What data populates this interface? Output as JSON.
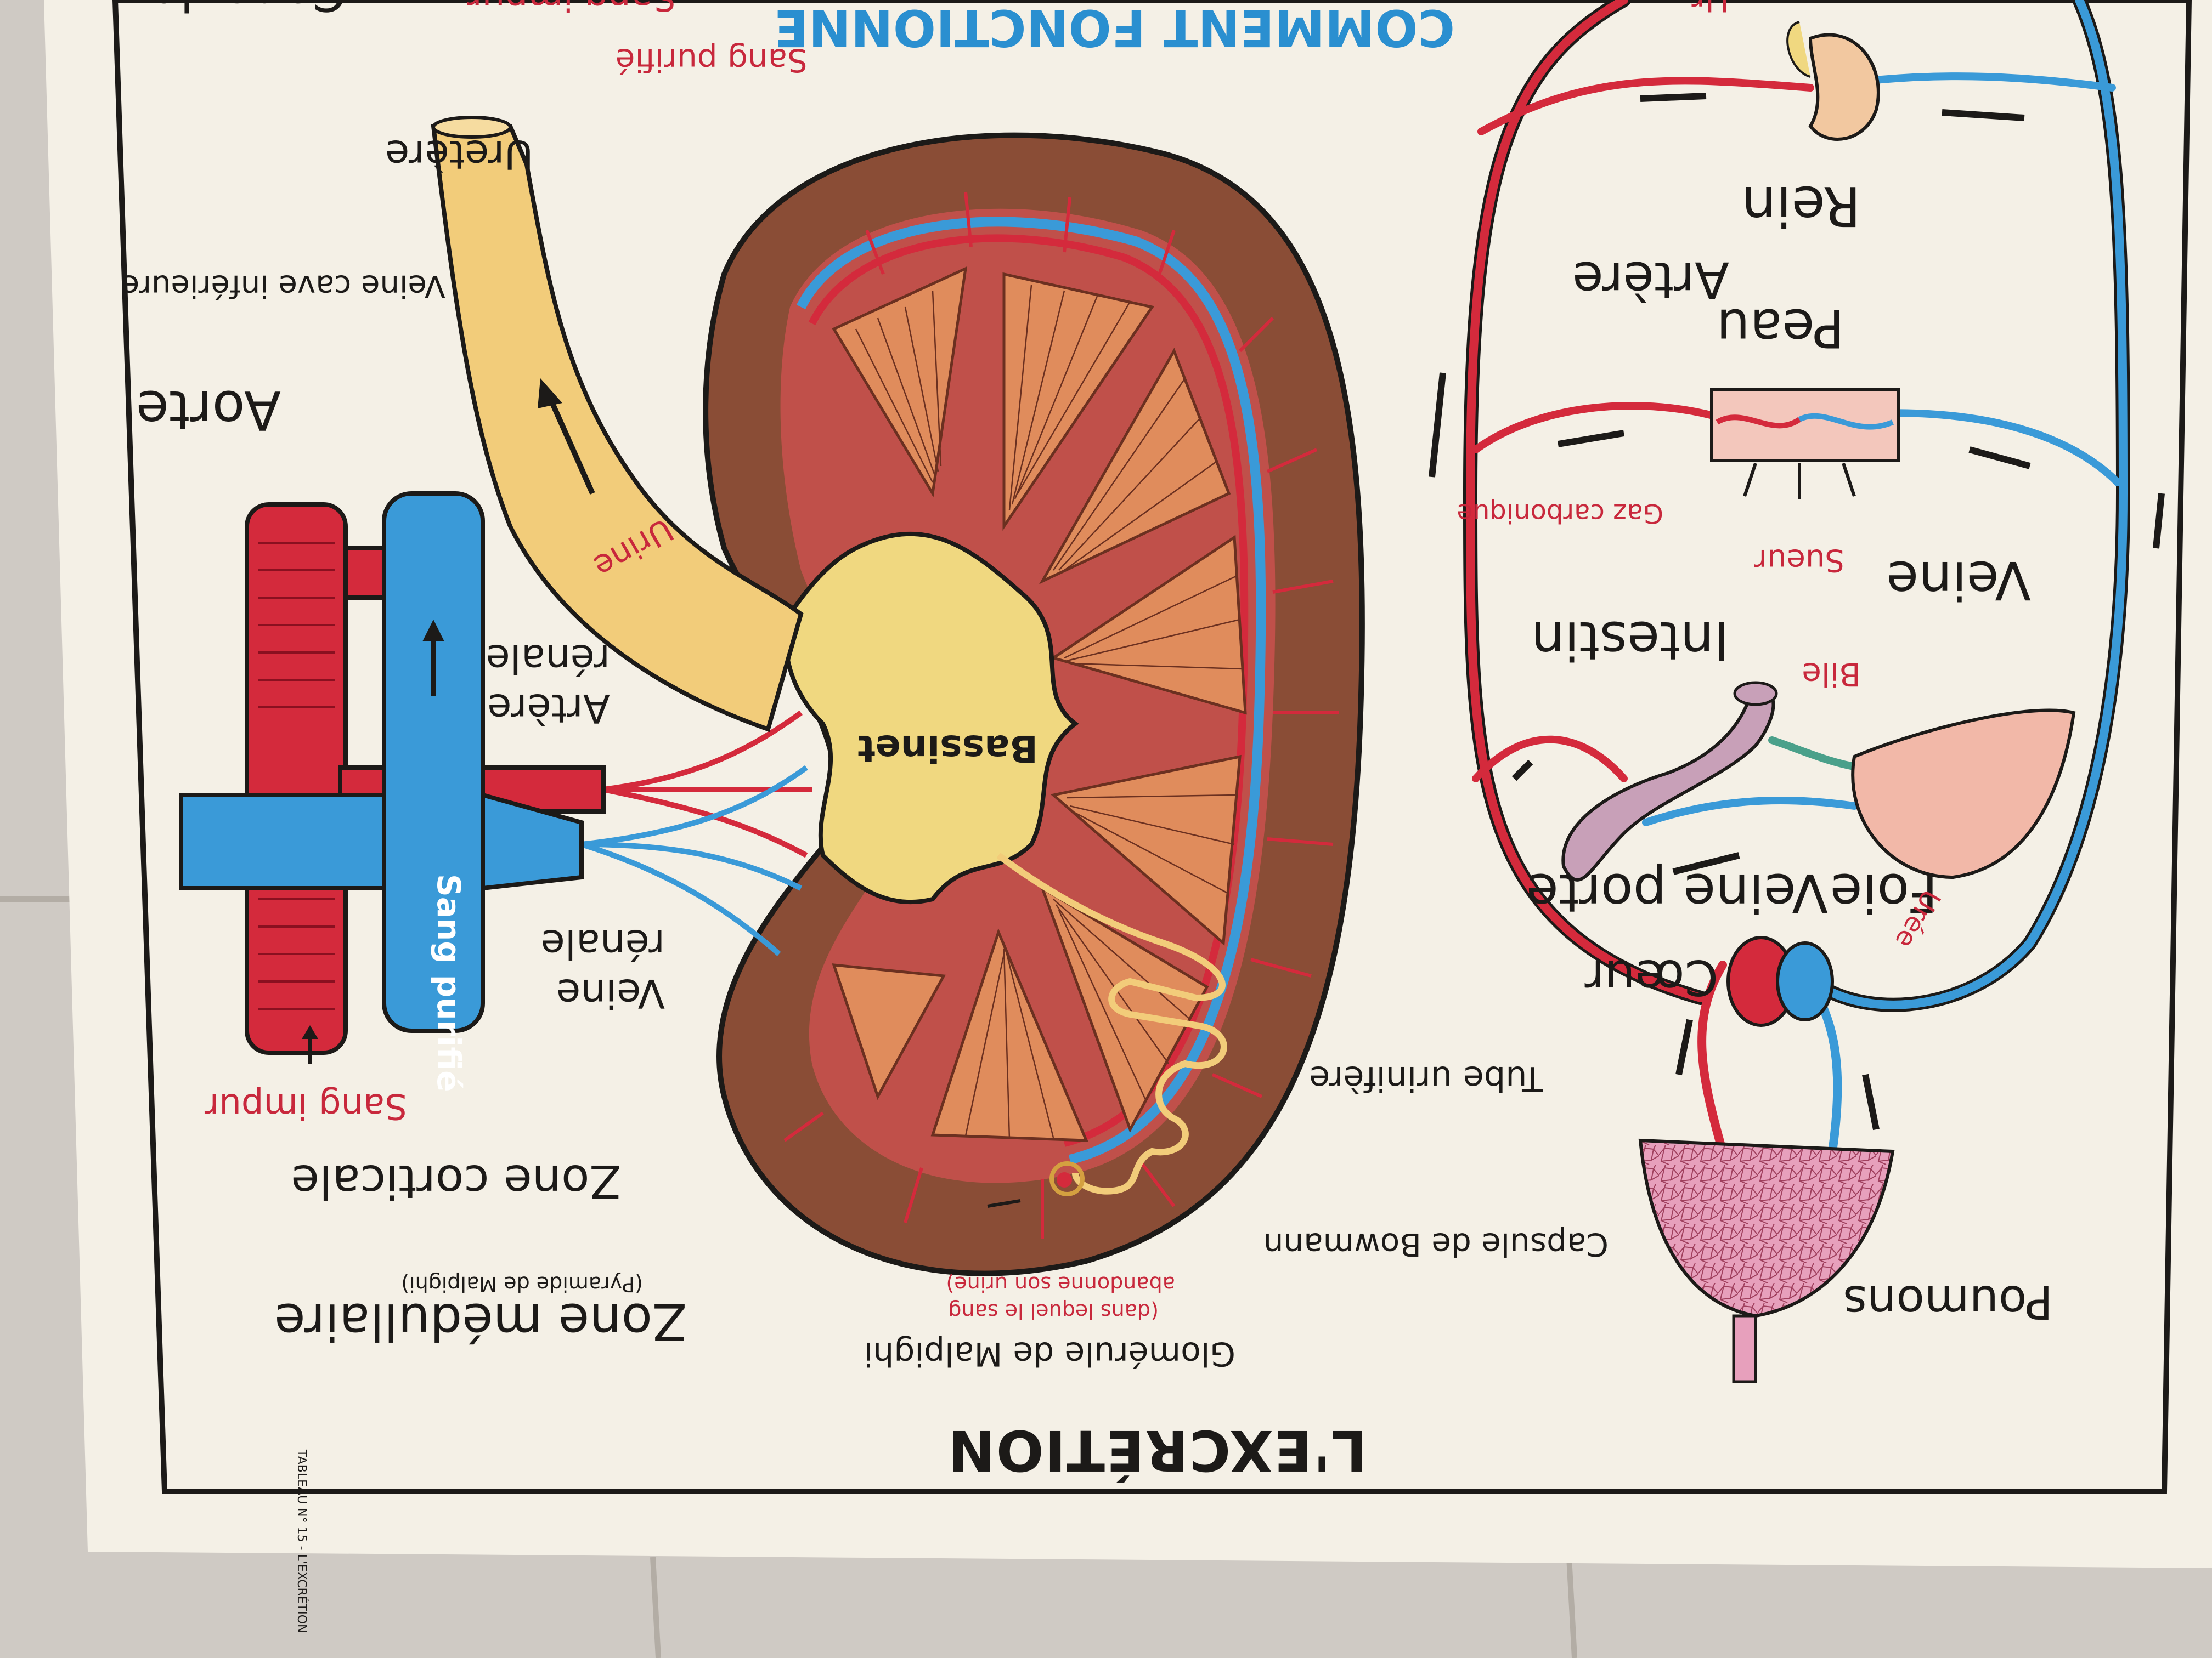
{
  "poster": {
    "title": "L'EXCRÉTION",
    "header": "COMMENT FONCTIONNE",
    "footer_note": "TABLEAU  N° 15  -  L'EXCRÉTION",
    "top_cut_right": "Sang impur",
    "top_cut_left": "Capsule",
    "top_cut_left2": "Ur"
  },
  "kidney_labels": {
    "uretere": "Uretère",
    "veine_cave": "Veine cave inférieure",
    "aorte": "Aorte",
    "urine": "Urine",
    "artere_renale_1": "Artère",
    "artere_renale_2": "rénale",
    "sang_purifie_vessel": "Sang purifié",
    "sang_purifie_top": "Sang purifié",
    "bassinet": "Bassinet",
    "veine_renale_1": "Veine",
    "veine_renale_2": "rénale",
    "sang_impur": "Sang impur",
    "zone_corticale": "Zone corticale",
    "zone_medullaire": "Zone médullaire",
    "pyramide": "(Pyramide de Malpighi)",
    "tube_urinifere": "Tube urinifère",
    "capsule_bowmann": "Capsule de Bowmann",
    "glomerule": "Glomérule de Malpighi",
    "glomerule_note_1": "(dans lequel le sang",
    "glomerule_note_2": "abandonne son urine)"
  },
  "circulation_labels": {
    "rein": "Rein",
    "artere": "Artère",
    "peau": "Peau",
    "sueur": "Sueur",
    "gaz": "Gaz carbonique",
    "veine": "Veine",
    "intestin": "Intestin",
    "bile": "Bile",
    "foie": "Foie",
    "veine_porte": "Veine porte",
    "coeur": "Cœur",
    "uree": "Urée",
    "poumons": "Poumons"
  },
  "colors": {
    "artery": "#d42a3c",
    "vein": "#3a9ad8",
    "ureter": "#f2cc7a",
    "cortex": "#8a4d36",
    "pyramid": "#e08c5c",
    "paper": "#f4f0e6",
    "wall": "#cfcac4"
  }
}
